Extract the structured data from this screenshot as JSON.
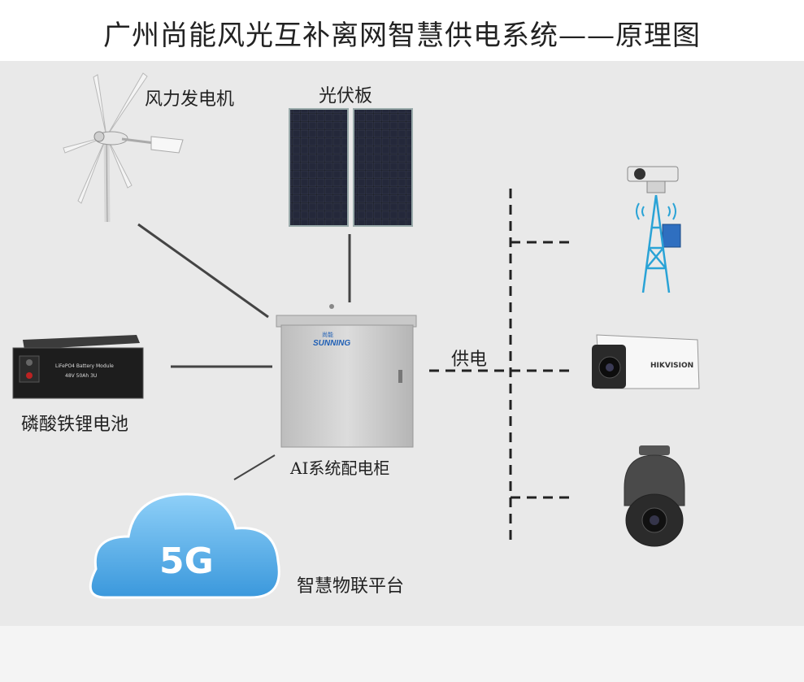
{
  "title": "广州尚能风光互补离网智慧供电系统——原理图",
  "components": {
    "wind_turbine": "风力发电机",
    "solar_panel": "光伏板",
    "battery": "磷酸铁锂电池",
    "cabinet": "AI系统配电柜",
    "cloud_platform": "智慧物联平台"
  },
  "supply_label": "供电",
  "product_text": {
    "battery_panel": "LiFePO4 Battery Module",
    "battery_spec": "48V 50Ah 3U",
    "cabinet_brand": "SUNNING",
    "cabinet_brand_cn": "尚能",
    "cloud_badge": "5G",
    "camera_brand": "HIKVISION"
  },
  "colors": {
    "cloud": "#5ab3ec",
    "tower": "#2aa3d6",
    "cabinet": "#cfcfcf",
    "line": "#444444"
  }
}
